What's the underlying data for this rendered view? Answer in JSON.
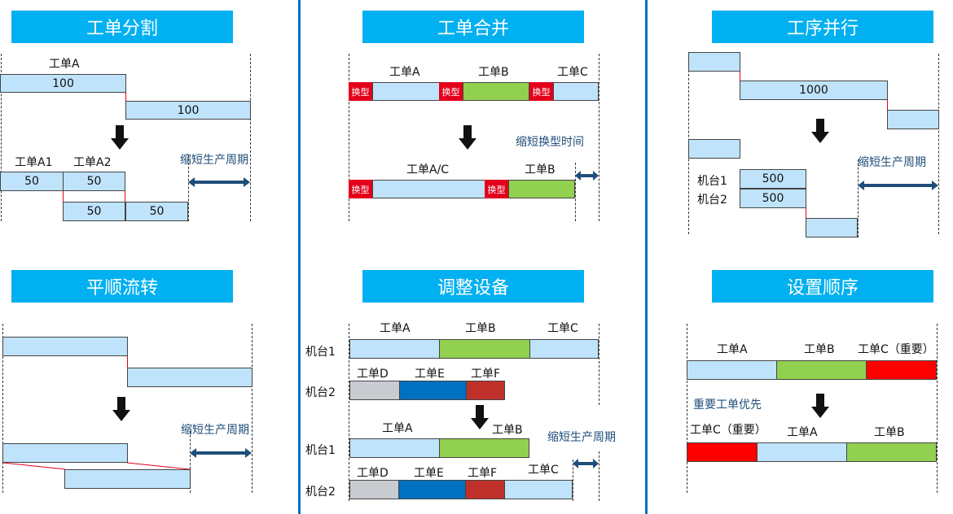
{
  "panels": {
    "split": {
      "title": "工单分割",
      "order_a": "工单A",
      "qty_a": "100",
      "qty_a2": "100",
      "order_a1": "工单A1",
      "order_a2": "工单A2",
      "q1": "50",
      "q2": "50",
      "q3": "50",
      "q4": "50",
      "note": "缩短生产周期"
    },
    "merge": {
      "title": "工单合并",
      "order_a": "工单A",
      "order_b": "工单B",
      "order_c": "工单C",
      "changeover": "换型",
      "order_ac": "工单A/C",
      "order_b2": "工单B",
      "note": "缩短换型时间"
    },
    "parallel": {
      "title": "工序并行",
      "qty": "1000",
      "m1": "机台1",
      "m2": "机台2",
      "q1": "500",
      "q2": "500",
      "note": "缩短生产周期"
    },
    "smooth": {
      "title": "平顺流转",
      "note": "缩短生产周期"
    },
    "adjust": {
      "title": "调整设备",
      "m1": "机台1",
      "m2": "机台2",
      "a": "工单A",
      "b": "工单B",
      "c": "工单C",
      "d": "工单D",
      "e": "工单E",
      "f": "工单F",
      "a2": "工单A",
      "b2": "工单B",
      "c2": "工单C",
      "d2": "工单D",
      "e2": "工单E",
      "f2": "工单F",
      "m1b": "机台1",
      "m2b": "机台2",
      "note": "缩短生产周期"
    },
    "sequence": {
      "title": "设置顺序",
      "a": "工单A",
      "b": "工单B",
      "c": "工单C（重要）",
      "note": "重要工单优先",
      "c2": "工单C（重要）",
      "a2": "工单A",
      "b2": "工单B"
    }
  },
  "colors": {
    "title_bg": "#00b0f0",
    "divider": "#0070c0",
    "light_blue": "#bfe3fa",
    "green": "#92d050",
    "red": "#ff0000",
    "changeover": "#e3001b",
    "grey": "#c8ccd1",
    "blue": "#0070c0",
    "dark_red": "#c0302a",
    "note": "#1f4e79"
  },
  "icons": [
    "down-arrow-icon",
    "double-arrow-icon"
  ]
}
